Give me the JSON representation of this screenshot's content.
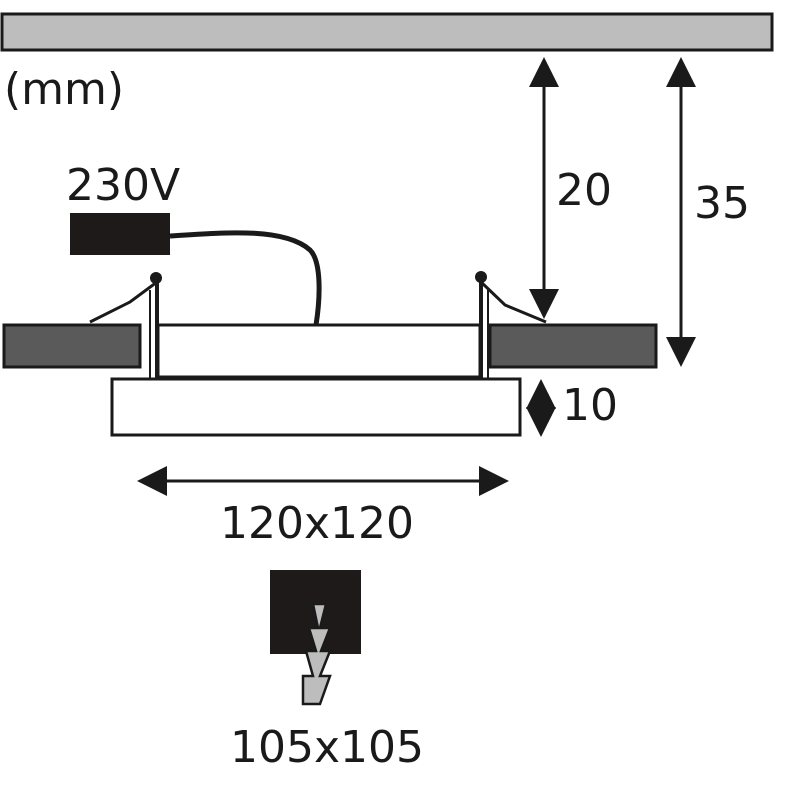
{
  "unit_label": "(mm)",
  "voltage_label": "230V",
  "dimensions": {
    "recess_depth": "20",
    "total_depth": "35",
    "panel_thickness": "10",
    "panel_size": "120x120",
    "cutout_size": "105x105"
  },
  "colors": {
    "ceiling": "#bdbdbd",
    "ceiling_board": "#5a5a5a",
    "driver": "#1e1a1a",
    "outline": "#1a1a1a",
    "cutout_bolt": "#bdbdbd"
  }
}
